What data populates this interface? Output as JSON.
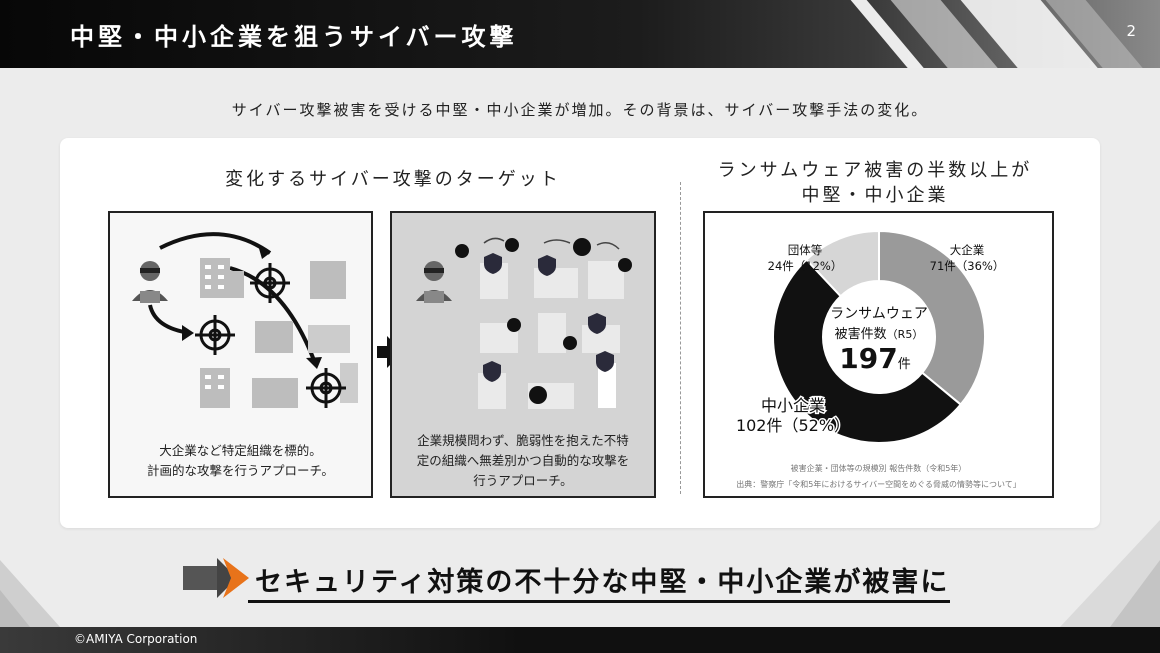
{
  "header": {
    "title": "中堅・中小企業を狙うサイバー攻撃",
    "page_number": "2"
  },
  "subtitle": "サイバー攻撃被害を受ける中堅・中小企業が増加。その背景は、サイバー攻撃手法の変化。",
  "left_section": {
    "title": "変化するサイバー攻撃のターゲット",
    "box1_caption": [
      "大企業など特定組織を標的。",
      "計画的な攻撃を行うアプローチ。"
    ],
    "box2_caption": [
      "企業規模問わず、脆弱性を抱えた不特",
      "定の組織へ無差別かつ自動的な攻撃を",
      "行うアプローチ。"
    ]
  },
  "right_section": {
    "title": [
      "ランサムウェア被害の半数以上が",
      "中堅・中小企業"
    ],
    "donut": {
      "center_line1": "ランサムウェア",
      "center_line2": "被害件数",
      "center_suffix": "（R5）",
      "total": "197",
      "total_unit": "件",
      "segments": [
        {
          "label": "大企業",
          "detail": "71件（36%）",
          "value": 36,
          "color": "#9a9a9a"
        },
        {
          "label": "中小企業",
          "detail": "102件（52%）",
          "value": 52,
          "color": "#111111"
        },
        {
          "label": "団体等",
          "detail": "24件（12%）",
          "value": 12,
          "color": "#d6d6d6"
        }
      ]
    },
    "note1": "被害企業・団体等の規模別 報告件数（令和5年）",
    "note2": "出典：警察庁「令和5年におけるサイバー空間をめぐる脅威の情勢等について」"
  },
  "conclusion": "セキュリティ対策の不十分な中堅・中小企業が被害に",
  "footer": {
    "copyright": "©AMIYA Corporation"
  },
  "colors": {
    "accent": "#e8731a",
    "dark": "#111111"
  }
}
